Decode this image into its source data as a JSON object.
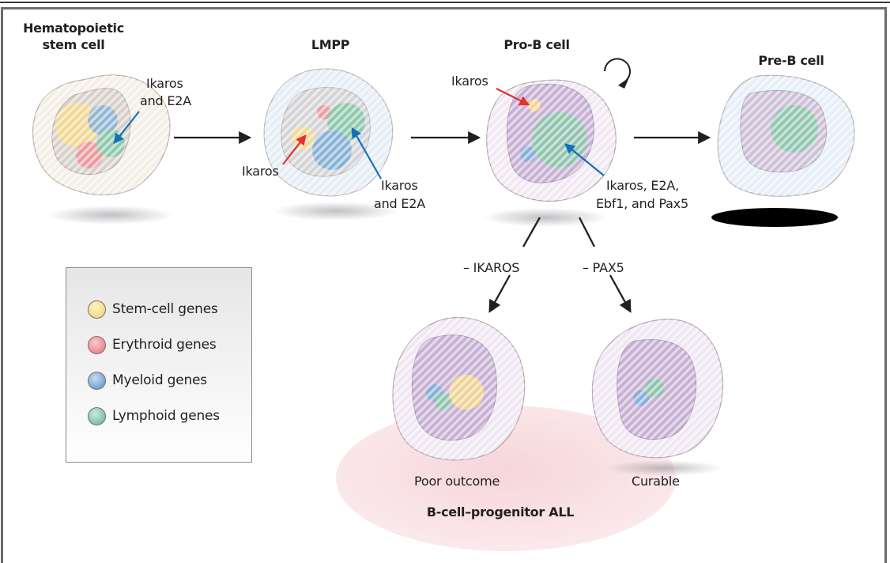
{
  "figure": {
    "stages": [
      {
        "id": "hsc",
        "title_lines": [
          "Hematopoietic",
          "stem cell"
        ],
        "annotations": [
          {
            "lines": [
              "Ikaros",
              "and E2A"
            ],
            "arrow_color": "blue",
            "target": "lymphoid-genes"
          }
        ]
      },
      {
        "id": "lmpp",
        "title_lines": [
          "LMPP"
        ],
        "annotations": [
          {
            "lines": [
              "Ikaros"
            ],
            "arrow_color": "red",
            "target": "stem-cell-genes"
          },
          {
            "lines": [
              "Ikaros",
              "and E2A"
            ],
            "arrow_color": "blue",
            "target": "lymphoid-genes"
          }
        ]
      },
      {
        "id": "pro-b",
        "title_lines": [
          "Pro-B cell"
        ],
        "self_renewal": true,
        "annotations": [
          {
            "lines": [
              "Ikaros"
            ],
            "arrow_color": "red",
            "target": "stem-cell-genes"
          },
          {
            "lines": [
              "Ikaros, E2A,",
              "Ebf1, and Pax5"
            ],
            "arrow_color": "blue",
            "target": "lymphoid-genes"
          }
        ]
      },
      {
        "id": "pre-b",
        "title_lines": [
          "Pre-B cell"
        ],
        "annotations": []
      }
    ],
    "branches": [
      {
        "label": "– IKAROS",
        "outcome": "Poor outcome"
      },
      {
        "label": "– PAX5",
        "outcome": "Curable"
      }
    ],
    "disease_region_label": "B-cell–progenitor ALL",
    "legend": [
      {
        "label": "Stem-cell genes",
        "color": "#f6d98a"
      },
      {
        "label": "Erythroid genes",
        "color": "#ee8f96"
      },
      {
        "label": "Myeloid genes",
        "color": "#7eaed6"
      },
      {
        "label": "Lymphoid genes",
        "color": "#86c7a9"
      }
    ],
    "colors": {
      "red_arrow": "#e8302f",
      "blue_arrow": "#1470b8",
      "flow_arrow": "#231f20",
      "disease_region": "#f8dfe2"
    }
  }
}
